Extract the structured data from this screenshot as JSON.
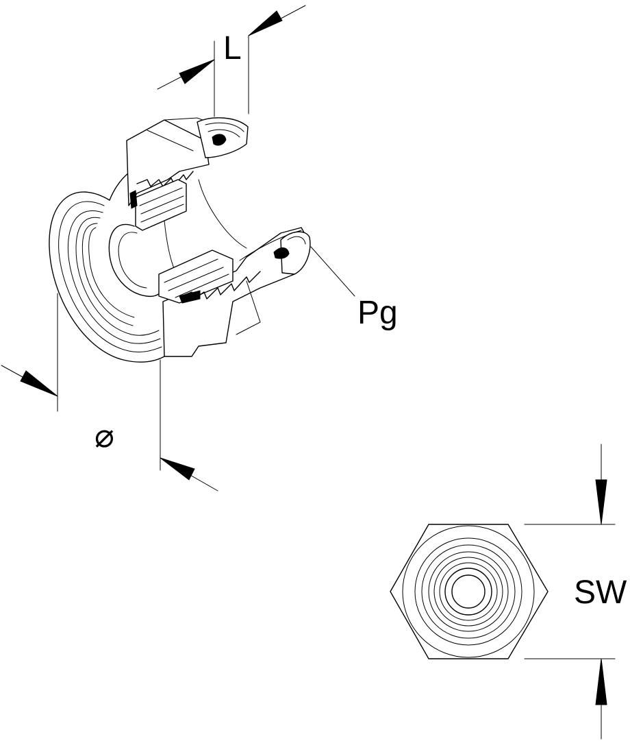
{
  "labels": {
    "length": "L",
    "thread": "Pg",
    "diameter": "⌀",
    "wrench_size": "SW"
  }
}
